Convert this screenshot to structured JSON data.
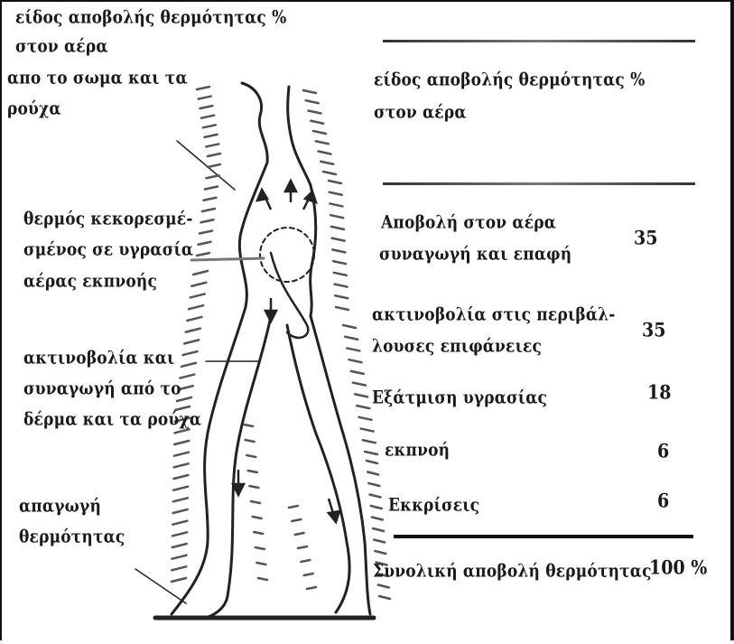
{
  "left_labels": {
    "title_line1": "είδος αποβολής θερμότητας %",
    "title_line2": "στον αέρα",
    "body_line1": "απο το σωμα και τα",
    "body_line2": "ρούχα",
    "exhaled_line1": "θερμός κεκορεσμέ-",
    "exhaled_line2": "σμένος σε υγρασία",
    "exhaled_line3": "αέρας εκπνοής",
    "radiation_line1": "ακτινοβολία και",
    "radiation_line2": "συναγωγή από το",
    "radiation_line3": "δέρμα και τα ρούχα",
    "conduction_line1": "απαγωγή",
    "conduction_line2": "θερμότητας"
  },
  "table": {
    "header_line1": "είδος αποβολής θερμότητας %",
    "header_line2": "στον αέρα",
    "rows": [
      {
        "label_line1": "Αποβολή στον αέρα",
        "label_line2": "συναγωγή και επαφή",
        "value": "35"
      },
      {
        "label_line1": "ακτινοβολία στις περιβάλ-",
        "label_line2": "λουσες επιφάνειες",
        "value": "35"
      },
      {
        "label_line1": "Εξάτμιση υγρασίας",
        "value": "18"
      },
      {
        "label_line1": "εκπνοή",
        "value": "6"
      },
      {
        "label_line1": "Εκκρίσεις",
        "value": "6"
      }
    ],
    "total_label": "Συνολική αποβολή θερμότητας",
    "total_value": "100 %"
  }
}
